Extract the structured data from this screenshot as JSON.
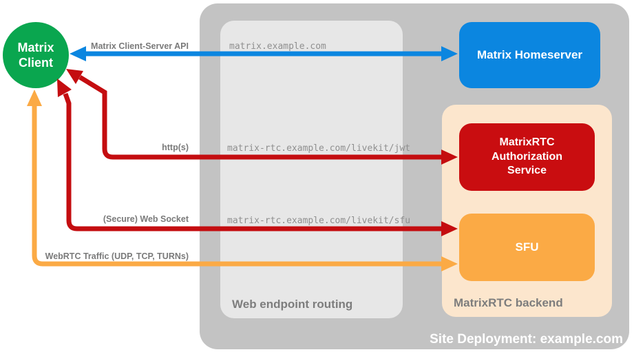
{
  "client": {
    "label": "Matrix\nClient"
  },
  "homeserver": {
    "label": "Matrix Homeserver"
  },
  "auth_service": {
    "label": "MatrixRTC Authorization Service"
  },
  "sfu": {
    "label": "SFU"
  },
  "routing": {
    "title": "Web endpoint routing",
    "routes": [
      "matrix.example.com",
      "matrix-rtc.example.com/livekit/jwt",
      "matrix-rtc.example.com/livekit/sfu"
    ]
  },
  "backend": {
    "title": "MatrixRTC backend"
  },
  "deployment": {
    "title": "Site Deployment: example.com"
  },
  "connections": [
    {
      "label": "Matrix Client-Server API",
      "from": "Matrix Client",
      "to": "Matrix Homeserver",
      "via": "matrix.example.com",
      "color": "#0b86e0",
      "bidirectional": true
    },
    {
      "label": "http(s)",
      "from": "Matrix Client",
      "to": "MatrixRTC Authorization Service",
      "via": "matrix-rtc.example.com/livekit/jwt",
      "color": "#c40d10",
      "bidirectional": true
    },
    {
      "label": "(Secure) Web Socket",
      "from": "Matrix Client",
      "to": "SFU",
      "via": "matrix-rtc.example.com/livekit/sfu",
      "color": "#c40d10",
      "bidirectional": true
    },
    {
      "label": "WebRTC Traffic (UDP, TCP, TURNs)",
      "from": "Matrix Client",
      "to": "SFU",
      "color": "#fbaa45",
      "bidirectional": true
    }
  ],
  "colors": {
    "client_green": "#0aa64f",
    "homeserver_blue": "#0b86e0",
    "auth_red": "#c90d10",
    "arrow_red": "#c40d10",
    "sfu_orange": "#fbaa45",
    "backend_peach": "#fce6cd",
    "site_gray": "#c3c3c3",
    "routing_gray": "#e7e7e7"
  }
}
